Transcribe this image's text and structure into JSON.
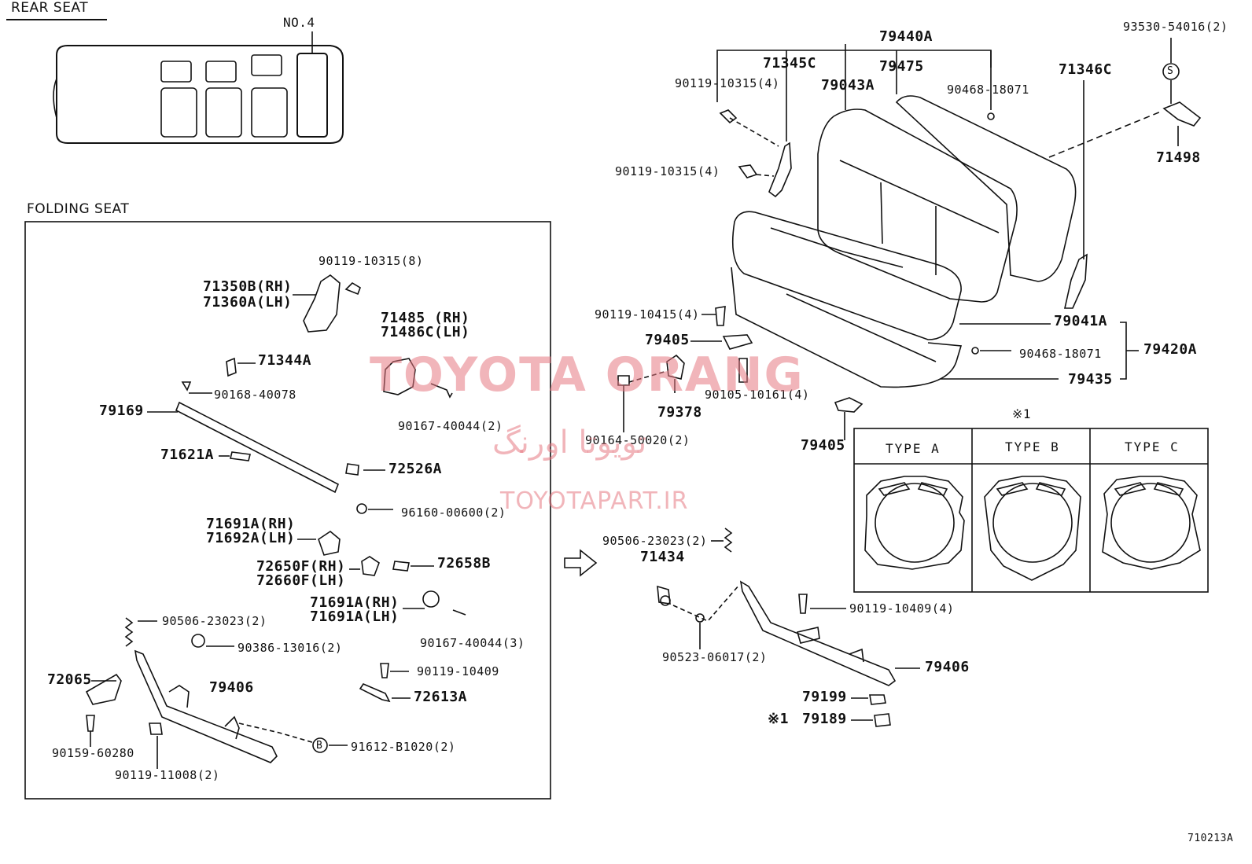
{
  "sections": {
    "rear_seat": "REAR SEAT",
    "folding_seat": "FOLDING SEAT",
    "no4": "NO.4",
    "note_mark": "※1",
    "note_mark_79189": "※1"
  },
  "watermark": {
    "brand": "TOYOTA ORANG",
    "persian": "تویوتا اورنگ",
    "site": "TOYOTAPART.IR"
  },
  "diagram_id": "710213A",
  "types": [
    "TYPE A",
    "TYPE B",
    "TYPE C"
  ],
  "labels": {
    "p_79440A": "79440A",
    "p_93530": "93530-54016(2)",
    "p_71345C": "71345C",
    "p_79475": "79475",
    "p_71346C": "71346C",
    "p_90119_10315_a": "90119-10315(4)",
    "p_79043A": "79043A",
    "p_90468_a": "90468-18071",
    "p_90119_10315_b": "90119-10315(4)",
    "p_71498": "71498",
    "p_90119_10415": "90119-10415(4)",
    "p_79041A": "79041A",
    "p_79405_a": "79405",
    "p_90468_b": "90468-18071",
    "p_79420A": "79420A",
    "p_90105": "90105-10161(4)",
    "p_79435": "79435",
    "p_79378": "79378",
    "p_90164": "90164-50020(2)",
    "p_79405_b": "79405",
    "p_90506_r": "90506-23023(2)",
    "p_71434": "71434",
    "p_90119_10409_r": "90119-10409(4)",
    "p_90523": "90523-06017(2)",
    "p_79406_r": "79406",
    "p_79199": "79199",
    "p_79189": "79189",
    "p_90119_10315_c": "90119-10315(8)",
    "p_71350B": "71350B(RH)",
    "p_71360A": "71360A(LH)",
    "p_71485": "71485 (RH)",
    "p_71486C": "71486C(LH)",
    "p_71344A": "71344A",
    "p_90168": "90168-40078",
    "p_79169": "79169",
    "p_90167_a": "90167-40044(2)",
    "p_71621A": "71621A",
    "p_72526A": "72526A",
    "p_96160": "96160-00600(2)",
    "p_71691A_rh": "71691A(RH)",
    "p_71692A_lh": "71692A(LH)",
    "p_72650F": "72650F(RH)",
    "p_72660F": "72660F(LH)",
    "p_72658B": "72658B",
    "p_71691A_rh2": "71691A(RH)",
    "p_71691A_lh2": "71691A(LH)",
    "p_90506_l": "90506-23023(2)",
    "p_90167_b": "90167-40044(3)",
    "p_90386": "90386-13016(2)",
    "p_90119_10409_l": "90119-10409",
    "p_72065": "72065",
    "p_79406_l": "79406",
    "p_72613A": "72613A",
    "p_90159": "90159-60280",
    "p_91612": "91612-B1020(2)",
    "p_90119_11008": "90119-11008(2)"
  },
  "markers": {
    "s": "S",
    "b": "B"
  }
}
